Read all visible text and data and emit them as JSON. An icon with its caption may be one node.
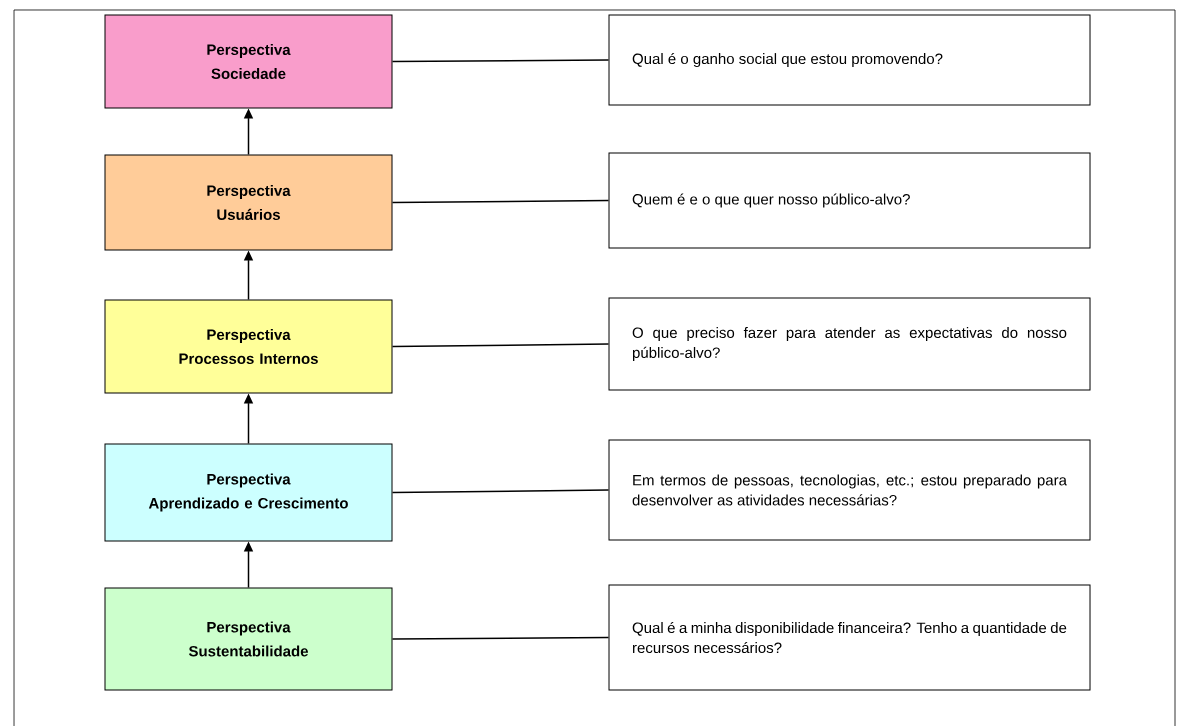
{
  "diagram": {
    "nodes": [
      {
        "text": [
          "Perspectiva",
          "Sociedade"
        ]
      },
      {
        "text": [
          "Qual é o ganho social que estou promovendo?"
        ]
      },
      {
        "text": [
          "Perspectiva",
          "Usuários"
        ]
      },
      {
        "text": [
          "Quem é e o que quer nosso público-alvo?"
        ]
      },
      {
        "text": [
          "Perspectiva",
          "Processos Internos"
        ]
      },
      {
        "text": [
          "O que preciso fazer para atender as expectativas do nosso público-alvo?"
        ]
      },
      {
        "text": [
          "Perspectiva",
          "Aprendizado e Crescimento"
        ]
      },
      {
        "text": [
          "Em termos de pessoas, tecnologias, etc.; estou preparado para desenvolver as atividades necessárias?"
        ]
      },
      {
        "text": [
          "Perspectiva",
          "Sustentabilidade"
        ]
      },
      {
        "text": [
          "Qual é a minha disponibilidade financeira? Tenho a quantidade de recursos necessários?"
        ]
      }
    ],
    "edges": [
      {
        "from": 2,
        "to": 0,
        "arrow": "to"
      },
      {
        "from": 4,
        "to": 2,
        "arrow": "to"
      },
      {
        "from": 6,
        "to": 4,
        "arrow": "to"
      },
      {
        "from": 8,
        "to": 6,
        "arrow": "to"
      },
      {
        "from": 0,
        "to": 1,
        "arrow": "none"
      },
      {
        "from": 2,
        "to": 3,
        "arrow": "none"
      },
      {
        "from": 4,
        "to": 5,
        "arrow": "none"
      },
      {
        "from": 6,
        "to": 7,
        "arrow": "none"
      },
      {
        "from": 8,
        "to": 9,
        "arrow": "none"
      }
    ]
  }
}
